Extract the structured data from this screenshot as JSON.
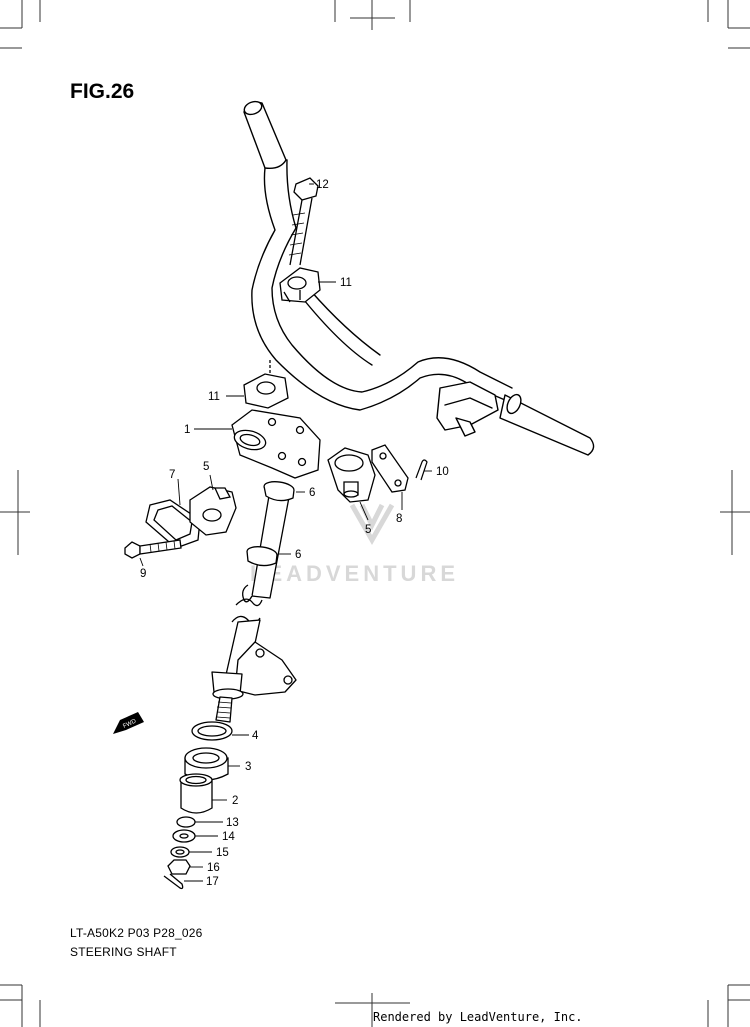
{
  "figure": {
    "title": "FIG.26",
    "model_code": "LT-A50K2 P03 P28_026",
    "section_title": "STEERING SHAFT",
    "footer": "Rendered by LeadVenture, Inc.",
    "watermark": "LEADVENTURE",
    "direction_label": "FWD"
  },
  "callouts": [
    {
      "id": "callout-12",
      "number": "12"
    },
    {
      "id": "callout-11a",
      "number": "11"
    },
    {
      "id": "callout-11b",
      "number": "11"
    },
    {
      "id": "callout-1",
      "number": "1"
    },
    {
      "id": "callout-10",
      "number": "10"
    },
    {
      "id": "callout-7",
      "number": "7"
    },
    {
      "id": "callout-5a",
      "number": "5"
    },
    {
      "id": "callout-6a",
      "number": "6"
    },
    {
      "id": "callout-5b",
      "number": "5"
    },
    {
      "id": "callout-8",
      "number": "8"
    },
    {
      "id": "callout-9",
      "number": "9"
    },
    {
      "id": "callout-6b",
      "number": "6"
    },
    {
      "id": "callout-4",
      "number": "4"
    },
    {
      "id": "callout-3",
      "number": "3"
    },
    {
      "id": "callout-2",
      "number": "2"
    },
    {
      "id": "callout-13",
      "number": "13"
    },
    {
      "id": "callout-14",
      "number": "14"
    },
    {
      "id": "callout-15",
      "number": "15"
    },
    {
      "id": "callout-16",
      "number": "16"
    },
    {
      "id": "callout-17",
      "number": "17"
    }
  ],
  "colors": {
    "line": "#000000",
    "watermark": "#d4d4d4",
    "crop": "#333333"
  }
}
